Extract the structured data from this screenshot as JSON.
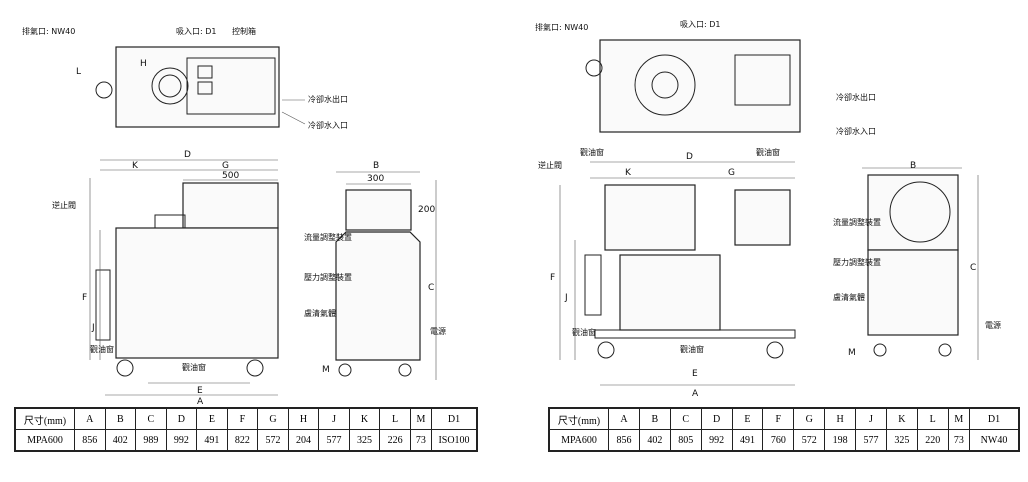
{
  "left_drawing": {
    "labels": {
      "exhaust": "排氣口: NW40",
      "inlet": "吸入口: D1",
      "control_box": "控制箱",
      "water_out": "冷卻水出口",
      "water_in": "冷卻水入口",
      "check_valve": "逆止閥",
      "oil_window": "觀油窗",
      "oil_window_2": "觀油窗",
      "flow_adjust": "流量調整裝置",
      "pressure_adjust": "壓力調整裝置",
      "purge_gas": "盧清氣體",
      "power": "電源"
    },
    "dims": {
      "A": "A",
      "B": "B",
      "C": "C",
      "D": "D",
      "E": "E",
      "F": "F",
      "G": "G",
      "H": "H",
      "J": "J",
      "K": "K",
      "L": "L",
      "M": "M",
      "g500": "500",
      "b300": "300",
      "h200": "200"
    }
  },
  "right_drawing": {
    "labels": {
      "exhaust": "排氣口: NW40",
      "inlet": "吸入口: D1",
      "water_out": "冷卻水出口",
      "water_in": "冷卻水入口",
      "check_valve": "逆止閥",
      "oil_window_top": "觀油窗",
      "oil_window_left": "觀油窗",
      "oil_window_bottom": "觀油窗",
      "flow_adjust": "流量調整裝置",
      "pressure_adjust": "壓力調整裝置",
      "purge_gas": "盧清氣體",
      "power": "電源"
    }
  },
  "tables": [
    {
      "headers": [
        "尺寸(mm)",
        "A",
        "B",
        "C",
        "D",
        "E",
        "F",
        "G",
        "H",
        "J",
        "K",
        "L",
        "M",
        "D1"
      ],
      "row": [
        "MPA600",
        "856",
        "402",
        "989",
        "992",
        "491",
        "822",
        "572",
        "204",
        "577",
        "325",
        "226",
        "73",
        "ISO100"
      ]
    },
    {
      "headers": [
        "尺寸(mm)",
        "A",
        "B",
        "C",
        "D",
        "E",
        "F",
        "G",
        "H",
        "J",
        "K",
        "L",
        "M",
        "D1"
      ],
      "row": [
        "MPA600",
        "856",
        "402",
        "805",
        "992",
        "491",
        "760",
        "572",
        "198",
        "577",
        "325",
        "220",
        "73",
        "NW40"
      ]
    }
  ]
}
